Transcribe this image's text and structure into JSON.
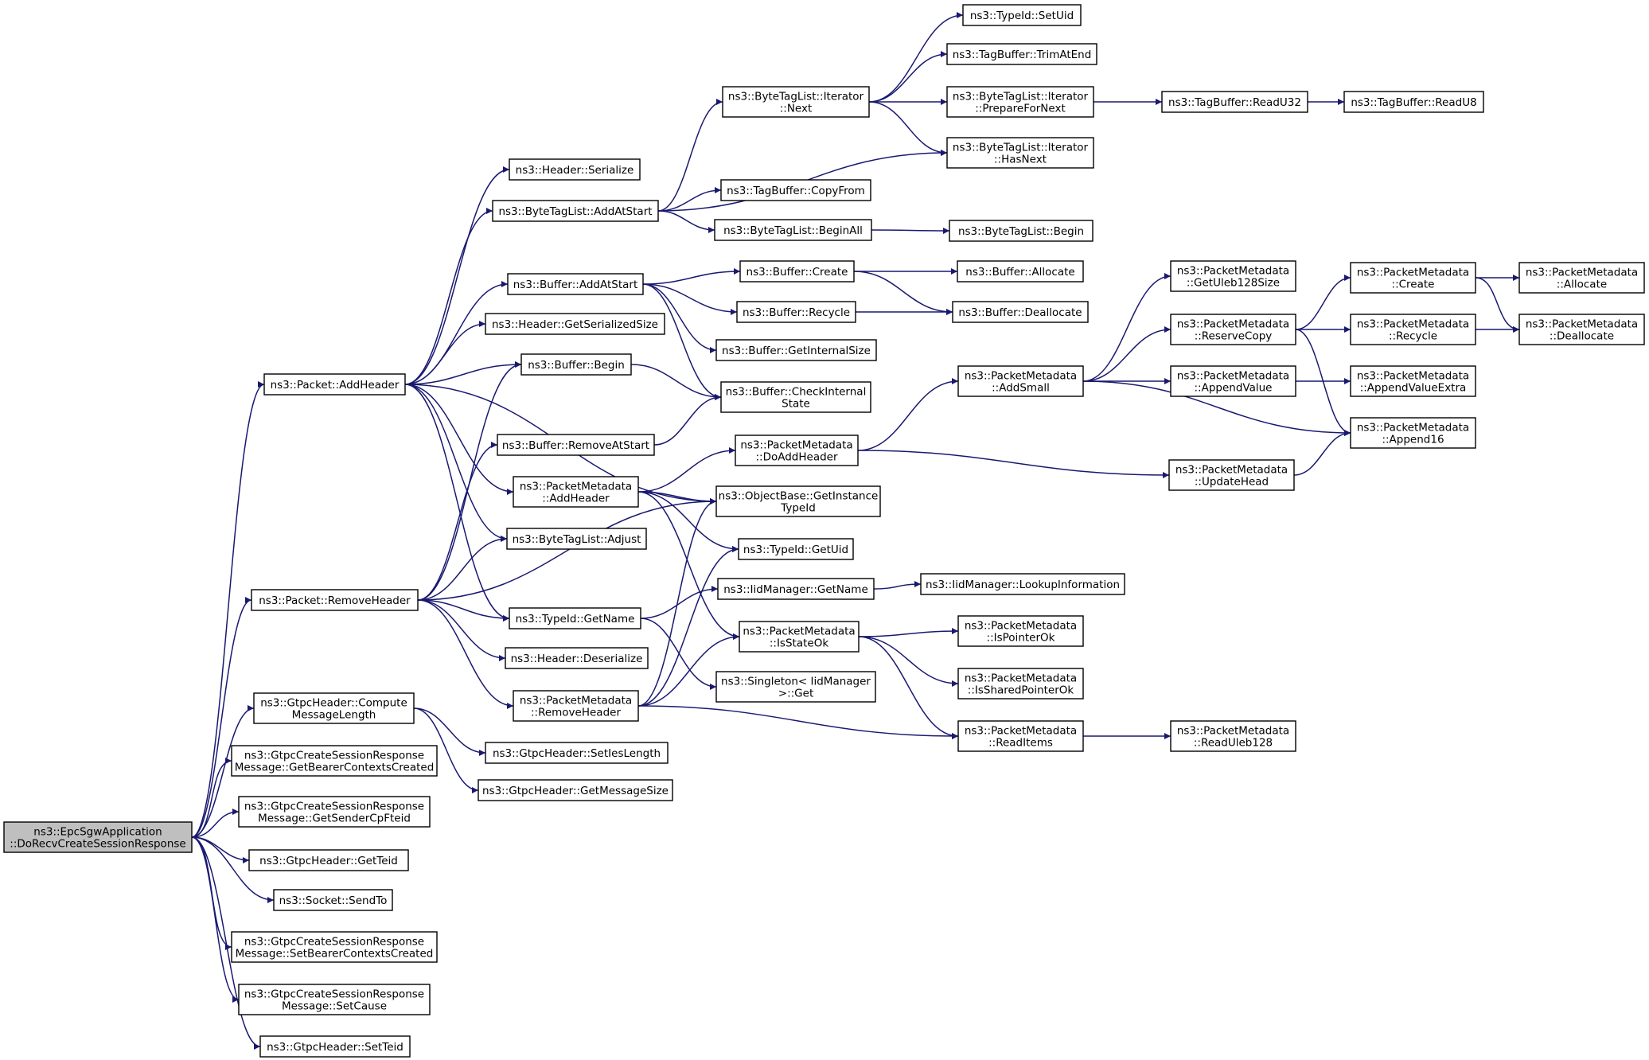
{
  "colors": {
    "edge": "#191970",
    "root_fill": "#bfbfbf",
    "node_fill": "#ffffff",
    "node_border": "#000000"
  },
  "nodes": {
    "root": [
      "ns3::EpcSgwApplication",
      "::DoRecvCreateSessionResponse"
    ],
    "pkt_addheader": [
      "ns3::Packet::AddHeader"
    ],
    "pkt_removeheader": [
      "ns3::Packet::RemoveHeader"
    ],
    "gtpc_compute": [
      "ns3::GtpcHeader::Compute",
      "MessageLength"
    ],
    "gtpc_getbearer": [
      "ns3::GtpcCreateSessionResponse",
      "Message::GetBearerContextsCreated"
    ],
    "gtpc_getsender": [
      "ns3::GtpcCreateSessionResponse",
      "Message::GetSenderCpFteid"
    ],
    "gtpc_getteid": [
      "ns3::GtpcHeader::GetTeid"
    ],
    "socket_sendto": [
      "ns3::Socket::SendTo"
    ],
    "gtpc_setbearer": [
      "ns3::GtpcCreateSessionResponse",
      "Message::SetBearerContextsCreated"
    ],
    "gtpc_setcause": [
      "ns3::GtpcCreateSessionResponse",
      "Message::SetCause"
    ],
    "gtpc_setteid": [
      "ns3::GtpcHeader::SetTeid"
    ],
    "hdr_serialize": [
      "ns3::Header::Serialize"
    ],
    "btl_addatstart": [
      "ns3::ByteTagList::AddAtStart"
    ],
    "buf_addatstart": [
      "ns3::Buffer::AddAtStart"
    ],
    "hdr_getsersize": [
      "ns3::Header::GetSerializedSize"
    ],
    "buf_begin": [
      "ns3::Buffer::Begin"
    ],
    "buf_removeatstart": [
      "ns3::Buffer::RemoveAtStart"
    ],
    "pm_addheader": [
      "ns3::PacketMetadata",
      "::AddHeader"
    ],
    "btl_adjust": [
      "ns3::ByteTagList::Adjust"
    ],
    "typeid_getname": [
      "ns3::TypeId::GetName"
    ],
    "hdr_deserialize": [
      "ns3::Header::Deserialize"
    ],
    "pm_removeheader": [
      "ns3::PacketMetadata",
      "::RemoveHeader"
    ],
    "gtpc_setieslen": [
      "ns3::GtpcHeader::SetIesLength"
    ],
    "gtpc_getmsgsize": [
      "ns3::GtpcHeader::GetMessageSize"
    ],
    "btli_next": [
      "ns3::ByteTagList::Iterator",
      "::Next"
    ],
    "tagbuf_copyfrom": [
      "ns3::TagBuffer::CopyFrom"
    ],
    "btl_beginall": [
      "ns3::ByteTagList::BeginAll"
    ],
    "buf_create": [
      "ns3::Buffer::Create"
    ],
    "buf_recycle": [
      "ns3::Buffer::Recycle"
    ],
    "buf_getinternalsize": [
      "ns3::Buffer::GetInternalSize"
    ],
    "buf_checkinternal": [
      "ns3::Buffer::CheckInternal",
      "State"
    ],
    "pm_doaddheader": [
      "ns3::PacketMetadata",
      "::DoAddHeader"
    ],
    "objbase_getinst": [
      "ns3::ObjectBase::GetInstance",
      "TypeId"
    ],
    "typeid_getuid": [
      "ns3::TypeId::GetUid"
    ],
    "iid_getname": [
      "ns3::IidManager::GetName"
    ],
    "pm_isstateok": [
      "ns3::PacketMetadata",
      "::IsStateOk"
    ],
    "singleton_get": [
      "ns3::Singleton< IidManager",
      ">::Get"
    ],
    "typeid_setuid": [
      "ns3::TypeId::SetUid"
    ],
    "tagbuf_trimatend": [
      "ns3::TagBuffer::TrimAtEnd"
    ],
    "btli_preparefornext": [
      "ns3::ByteTagList::Iterator",
      "::PrepareForNext"
    ],
    "btli_hasnext": [
      "ns3::ByteTagList::Iterator",
      "::HasNext"
    ],
    "btl_begin": [
      "ns3::ByteTagList::Begin"
    ],
    "buf_allocate": [
      "ns3::Buffer::Allocate"
    ],
    "buf_deallocate": [
      "ns3::Buffer::Deallocate"
    ],
    "pm_addsmall": [
      "ns3::PacketMetadata",
      "::AddSmall"
    ],
    "pm_updatehead": [
      "ns3::PacketMetadata",
      "::UpdateHead"
    ],
    "iid_lookup": [
      "ns3::IidManager::LookupInformation"
    ],
    "pm_ispointerok": [
      "ns3::PacketMetadata",
      "::IsPointerOk"
    ],
    "pm_issharedpointerok": [
      "ns3::PacketMetadata",
      "::IsSharedPointerOk"
    ],
    "pm_readitems": [
      "ns3::PacketMetadata",
      "::ReadItems"
    ],
    "tagbuf_readu32": [
      "ns3::TagBuffer::ReadU32"
    ],
    "tagbuf_readu8": [
      "ns3::TagBuffer::ReadU8"
    ],
    "pm_getuleb": [
      "ns3::PacketMetadata",
      "::GetUleb128Size"
    ],
    "pm_reservecopy": [
      "ns3::PacketMetadata",
      "::ReserveCopy"
    ],
    "pm_appendvalue": [
      "ns3::PacketMetadata",
      "::AppendValue"
    ],
    "pm_append16": [
      "ns3::PacketMetadata",
      "::Append16"
    ],
    "pm_readuleb": [
      "ns3::PacketMetadata",
      "::ReadUleb128"
    ],
    "pm_create": [
      "ns3::PacketMetadata",
      "::Create"
    ],
    "pm_recycle": [
      "ns3::PacketMetadata",
      "::Recycle"
    ],
    "pm_appendvalueextra": [
      "ns3::PacketMetadata",
      "::AppendValueExtra"
    ],
    "pm_allocate": [
      "ns3::PacketMetadata",
      "::Allocate"
    ],
    "pm_deallocate": [
      "ns3::PacketMetadata",
      "::Deallocate"
    ]
  }
}
